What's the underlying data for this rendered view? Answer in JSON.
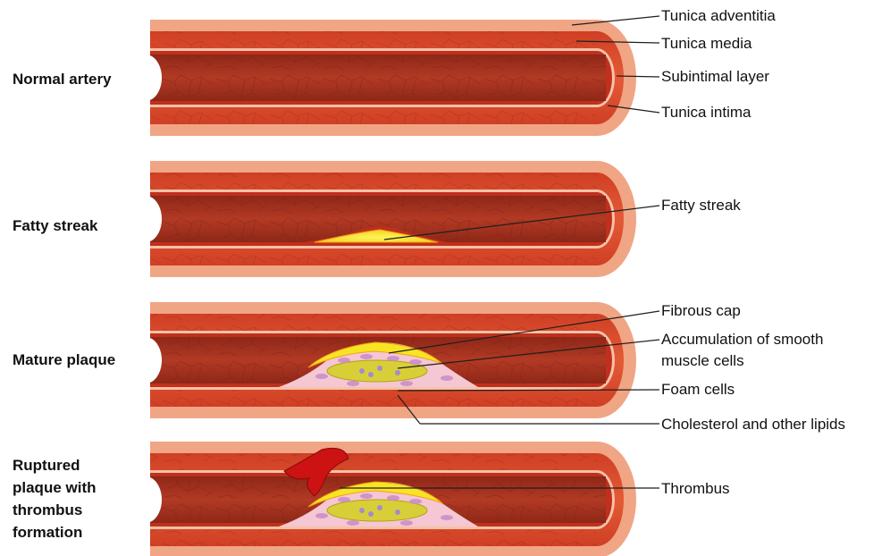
{
  "stages": [
    {
      "id": "normal",
      "label_lines": [
        "Normal artery"
      ]
    },
    {
      "id": "fatty",
      "label_lines": [
        "Fatty streak"
      ]
    },
    {
      "id": "mature",
      "label_lines": [
        "Mature plaque"
      ]
    },
    {
      "id": "ruptured",
      "label_lines": [
        "Ruptured",
        "plaque with",
        "thrombus",
        "formation"
      ]
    }
  ],
  "callouts": {
    "adventitia": "Tunica adventitia",
    "media": "Tunica media",
    "subintimal": "Subintimal layer",
    "intima": "Tunica intima",
    "fatty_streak": "Fatty streak",
    "fibrous_cap": "Fibrous cap",
    "smooth_muscle": [
      "Accumulation of smooth",
      "muscle cells"
    ],
    "foam_cells": "Foam cells",
    "cholesterol": "Cholesterol and other lipids",
    "thrombus": "Thrombus"
  },
  "colors": {
    "adventitia": "#f0a585",
    "media": "#d94a2b",
    "subintimal": "#f5c2a8",
    "intima": "#c0301c",
    "lumen": "#a2301f",
    "texture": "#8a2518",
    "fat": "#f7e423",
    "fat_edge": "#f3a118",
    "plaque": "#f4c7d3",
    "foam": "#d8cf38",
    "thrombus": "#cc1212",
    "leader": "#1f1f1f"
  }
}
